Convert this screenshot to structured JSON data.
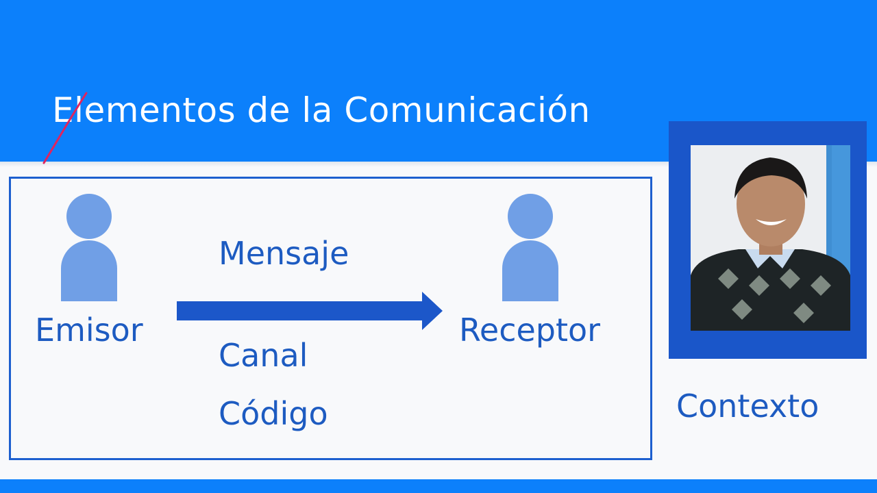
{
  "slide": {
    "title": "Elementos de la Comunicación",
    "sender_label": "Emisor",
    "receiver_label": "Receptor",
    "message_label": "Mensaje",
    "channel_label": "Canal",
    "code_label": "Código",
    "context_label": "Contexto"
  },
  "colors": {
    "header_blue": "#0c80fb",
    "label_blue": "#1d5bc1",
    "icon_blue": "#709fe6",
    "arrow_blue": "#1c57c9",
    "frame_blue": "#1a56c9"
  }
}
